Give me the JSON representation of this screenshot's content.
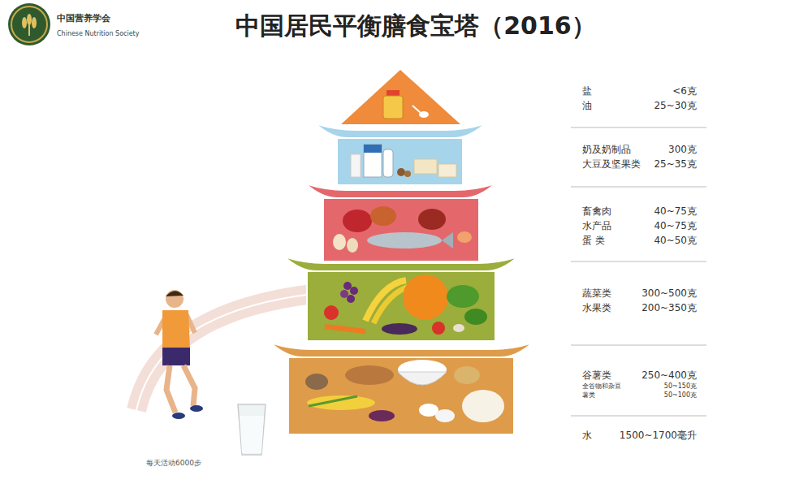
{
  "diagram": {
    "title": "中国居民平衡膳食宝塔（2016）",
    "labels": [
      "中国营养学会",
      "Chinese Nutrition Society",
      "盐",
      "<6克",
      "油",
      "25~30克",
      "奶及奶制品",
      "300克",
      "大豆及坚果类",
      "25~35克",
      "畜禽肉",
      "40~75克",
      "水产品",
      "40~75克",
      "蛋 类",
      "40~50克",
      "蔬菜类",
      "300~500克",
      "水果类",
      "200~350克",
      "谷薯类",
      "250~400克",
      "全谷物和杂豆",
      "50~150克",
      "薯类",
      "50~100克",
      "水",
      "1500~1700毫升",
      "每天活动6000步"
    ]
  }
}
